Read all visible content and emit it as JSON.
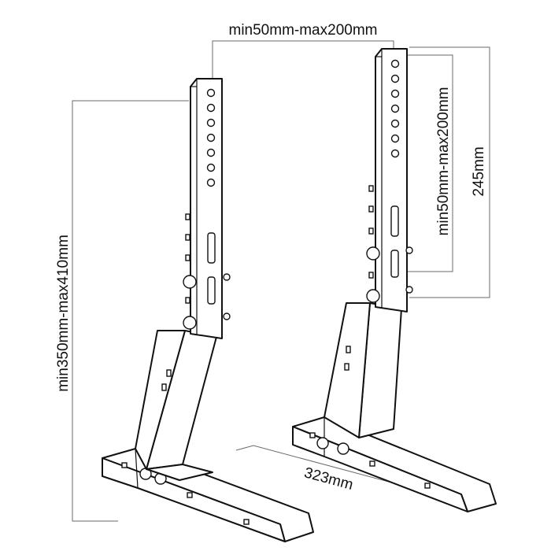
{
  "dimensions": {
    "top_spacing": "min50mm-max200mm",
    "vertical_spacing": "min50mm-max200mm",
    "plate_height": "245mm",
    "total_height": "min350mm-max410mm",
    "foot_length": "323mm"
  }
}
